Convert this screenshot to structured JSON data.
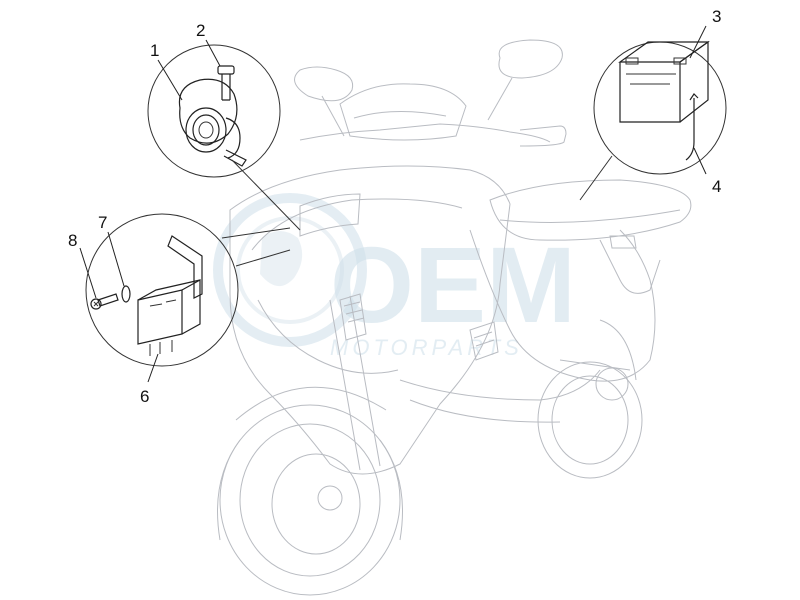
{
  "watermark": {
    "brand": "OEM",
    "subtitle": "MOTORPARTS"
  },
  "callouts": [
    {
      "id": "1",
      "label": "1"
    },
    {
      "id": "2",
      "label": "2"
    },
    {
      "id": "3",
      "label": "3"
    },
    {
      "id": "4",
      "label": "4"
    },
    {
      "id": "6",
      "label": "6"
    },
    {
      "id": "7",
      "label": "7"
    },
    {
      "id": "8",
      "label": "8"
    }
  ],
  "colors": {
    "line_art": "#b9bcc2",
    "detail_ink": "#333333",
    "watermark": "#cfe0ea"
  }
}
